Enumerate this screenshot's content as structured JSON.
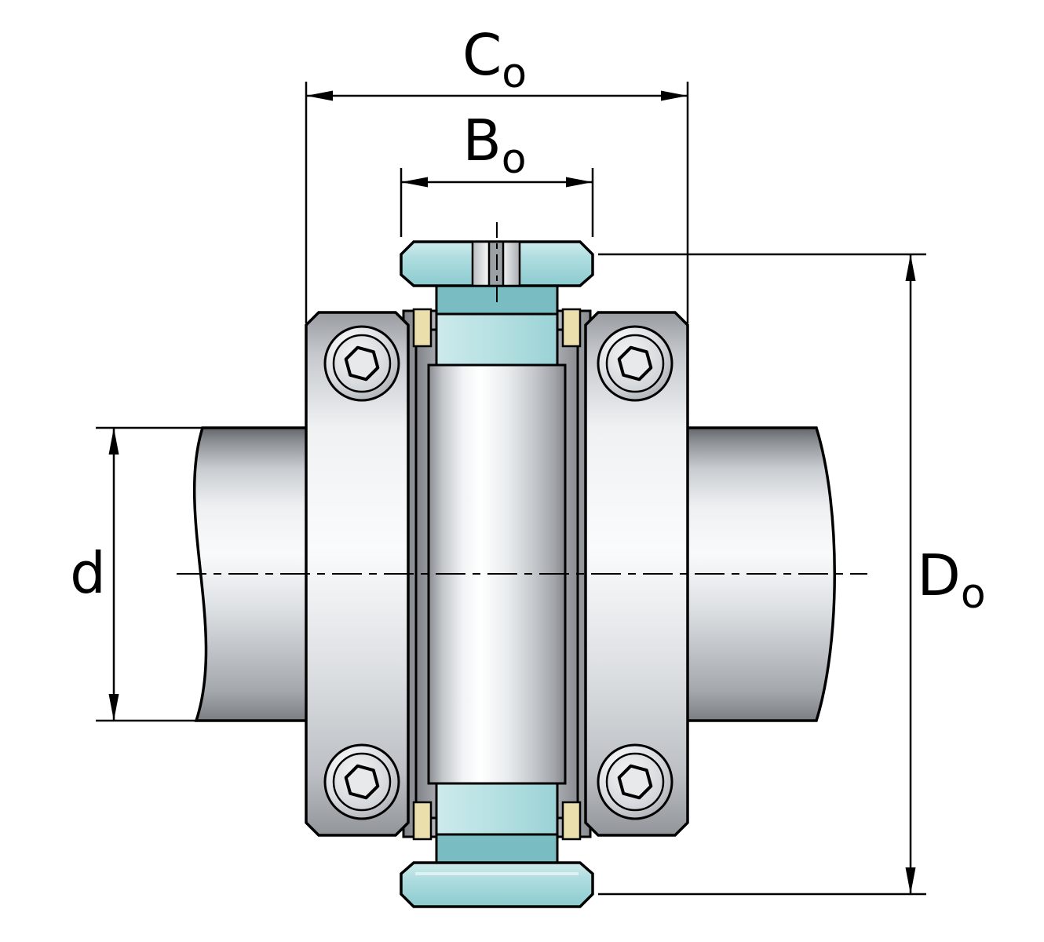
{
  "diagram": {
    "title": "Shaft-mounted bearing unit cross-section with dimension callouts",
    "labels": {
      "c": {
        "main": "C",
        "sub": "o"
      },
      "b": {
        "main": "B",
        "sub": "o"
      },
      "d": {
        "main": "d",
        "sub": ""
      },
      "D": {
        "main": "D",
        "sub": "o"
      }
    },
    "colors": {
      "background": "#ffffff",
      "outline": "#000000",
      "teal-light": "#b9e2e4",
      "teal-mid": "#9ad2d5",
      "teal-dark": "#79bcc1",
      "cage-yellow": "#ecdfae"
    }
  }
}
